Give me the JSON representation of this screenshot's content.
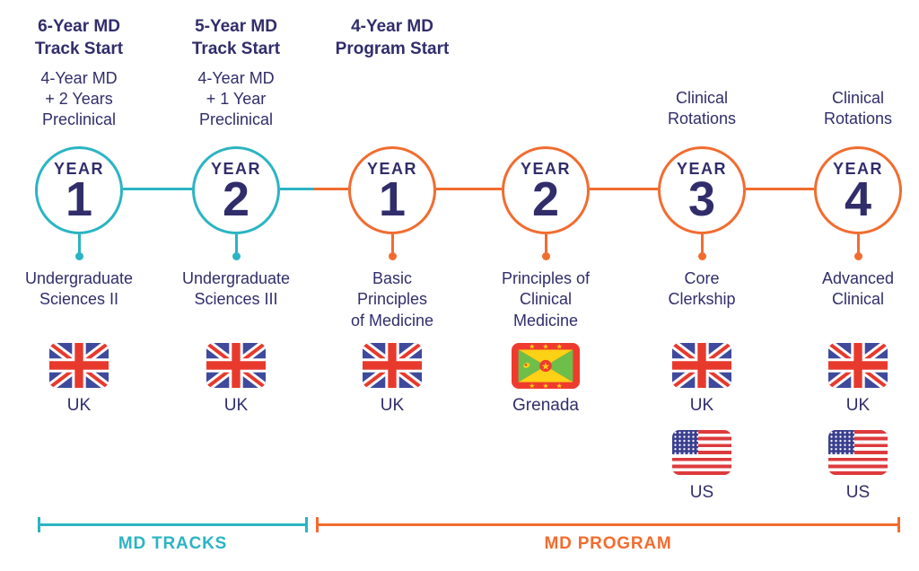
{
  "palette": {
    "teal": "#2BB4C3",
    "orange": "#F26C2F",
    "navy": "#312D6B"
  },
  "columns": [
    {
      "header": "6-Year MD\nTrack Start",
      "subheader": "4-Year MD\n+ 2 Years\nPreclinical",
      "year_label": "YEAR",
      "year_number": "1",
      "description": "Undergraduate\nSciences II",
      "flags": [
        {
          "country": "UK"
        }
      ]
    },
    {
      "header": "5-Year MD\nTrack Start",
      "subheader": "4-Year MD\n+ 1 Year\nPreclinical",
      "year_label": "YEAR",
      "year_number": "2",
      "description": "Undergraduate\nSciences III",
      "flags": [
        {
          "country": "UK"
        }
      ]
    },
    {
      "header": "4-Year MD\nProgram Start",
      "year_label": "YEAR",
      "year_number": "1",
      "description": "Basic\nPrinciples\nof Medicine",
      "flags": [
        {
          "country": "UK"
        }
      ]
    },
    {
      "year_label": "YEAR",
      "year_number": "2",
      "description": "Principles of\nClinical\nMedicine",
      "flags": [
        {
          "country": "Grenada"
        }
      ]
    },
    {
      "note": "Clinical\nRotations",
      "year_label": "YEAR",
      "year_number": "3",
      "description": "Core\nClerkship",
      "flags": [
        {
          "country": "UK"
        },
        {
          "country": "US"
        }
      ]
    },
    {
      "note": "Clinical\nRotations",
      "year_label": "YEAR",
      "year_number": "4",
      "description": "Advanced\nClinical",
      "flags": [
        {
          "country": "UK"
        },
        {
          "country": "US"
        }
      ]
    }
  ],
  "brackets": {
    "md_tracks": "MD TRACKS",
    "md_program": "MD PROGRAM"
  }
}
